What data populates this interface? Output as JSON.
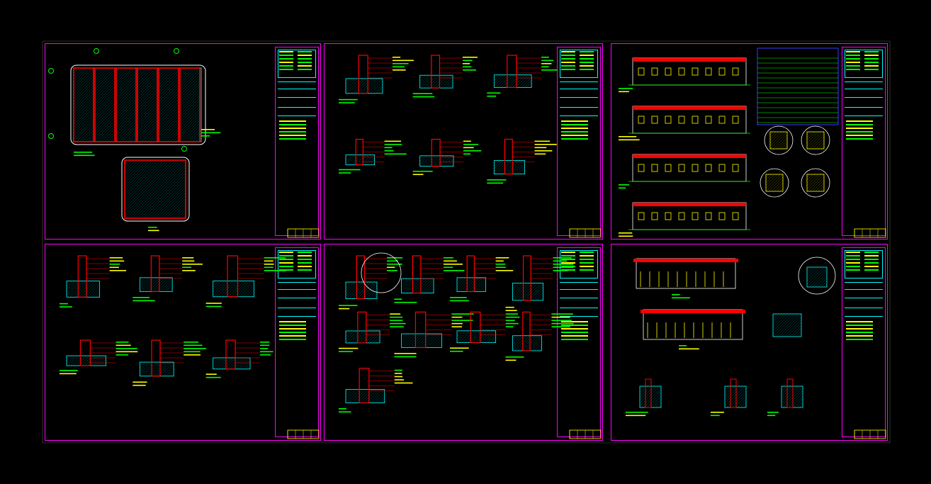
{
  "drawing": {
    "background": "#000000",
    "colors": {
      "frame": "#ff00ff",
      "wall": "#ff0000",
      "dimension": "#00ff00",
      "text": "#ffff00",
      "hatch": "#00ffff",
      "grid": "#ffffff"
    },
    "sheets": [
      {
        "id": "A1",
        "content": "floor-plans"
      },
      {
        "id": "A2",
        "content": "wall-details"
      },
      {
        "id": "A3",
        "content": "elevations-and-schedule"
      },
      {
        "id": "A4",
        "content": "foundation-details"
      },
      {
        "id": "A5",
        "content": "door-window-details"
      },
      {
        "id": "A6",
        "content": "sections"
      }
    ]
  }
}
